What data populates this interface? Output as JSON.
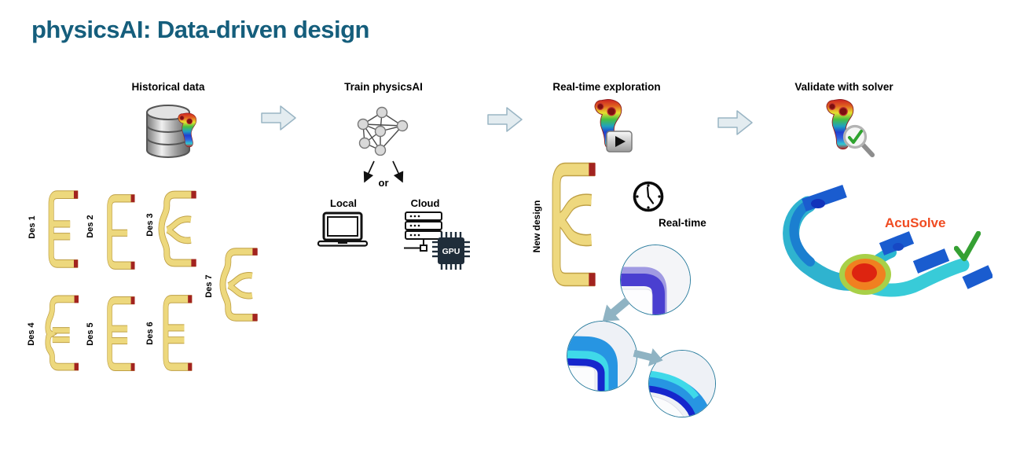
{
  "title": "physicsAI: Data-driven design",
  "columns": {
    "historical": {
      "header": "Historical data"
    },
    "train": {
      "header": "Train physicsAI",
      "or": "or",
      "local": "Local",
      "cloud": "Cloud",
      "gpu": "GPU"
    },
    "explore": {
      "header": "Real-time exploration",
      "new_design": "New design",
      "realtime": "Real-time"
    },
    "validate": {
      "header": "Validate with solver",
      "solver": "AcuSolve"
    }
  },
  "designs": [
    {
      "label": "Des 1"
    },
    {
      "label": "Des 2"
    },
    {
      "label": "Des 3"
    },
    {
      "label": "Des 4"
    },
    {
      "label": "Des 5"
    },
    {
      "label": "Des 6"
    },
    {
      "label": "Des 7"
    }
  ],
  "colors": {
    "title": "#155e7c",
    "solver_text": "#f04b21",
    "check_green": "#35a033",
    "bracket_yellow": "#edd87d",
    "bracket_outline": "#bfa045",
    "bracket_cap_red": "#a2231f",
    "flow_arrow_fill": "#e3ecf0",
    "flow_arrow_border": "#9ab5c4",
    "inset_border": "#2b7d9e",
    "inset_arrow": "#8fb3c3"
  }
}
